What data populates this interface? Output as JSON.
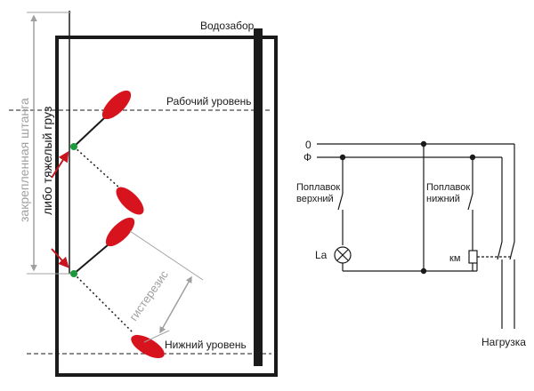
{
  "labels": {
    "water_intake": "Водозабор",
    "working_level": "Рабочий уровень",
    "bottom_level": "Нижний уровень",
    "hysteresis": "гистерезис",
    "fixed_rod": "закрепленная штанга",
    "heavy_weight": "либо тяжелый груз"
  },
  "circuit": {
    "neutral": "0",
    "phase": "Ф",
    "float_upper": [
      "Поплавок",
      "верхний"
    ],
    "float_lower": [
      "Поплавок",
      "нижний"
    ],
    "lamp": "La",
    "relay": "км",
    "load": "Нагрузка"
  },
  "colors": {
    "float": "#d7141e",
    "node": "#1a9a3a",
    "arrow": "#c8141e",
    "dimension": "#a0a0a0",
    "line": "#1a1a1a"
  }
}
